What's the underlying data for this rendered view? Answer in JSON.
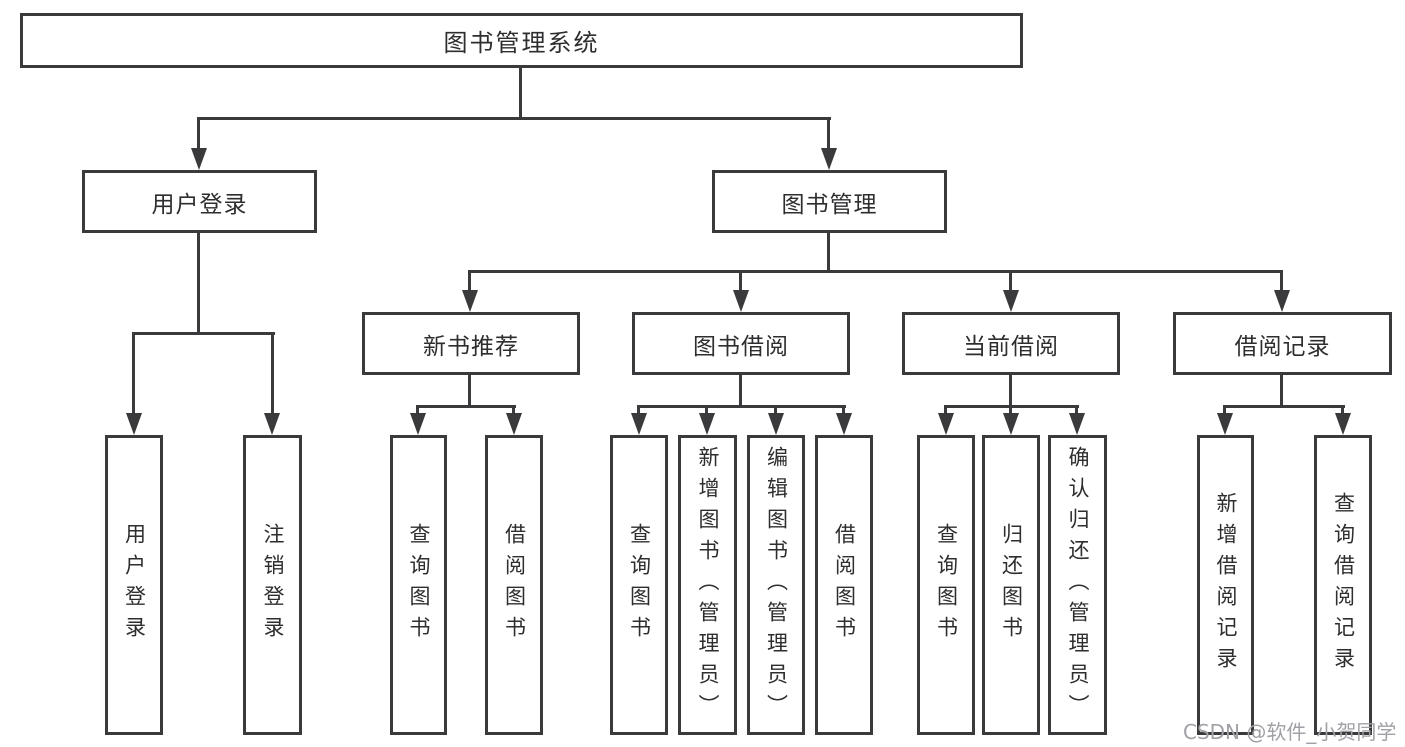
{
  "diagram": {
    "root": {
      "label": "图书管理系统"
    },
    "level2": [
      {
        "label": "用户登录"
      },
      {
        "label": "图书管理"
      }
    ],
    "level3": [
      {
        "label": "新书推荐"
      },
      {
        "label": "图书借阅"
      },
      {
        "label": "当前借阅"
      },
      {
        "label": "借阅记录"
      }
    ],
    "leaves": [
      {
        "label": "用户登录"
      },
      {
        "label": "注销登录"
      },
      {
        "label": "查询图书"
      },
      {
        "label": "借阅图书"
      },
      {
        "label": "查询图书"
      },
      {
        "label": "新增图书（管理员）"
      },
      {
        "label": "编辑图书（管理员）"
      },
      {
        "label": "借阅图书"
      },
      {
        "label": "查询图书"
      },
      {
        "label": "归还图书"
      },
      {
        "label": "确认归还（管理员）"
      },
      {
        "label": "新增借阅记录"
      },
      {
        "label": "查询借阅记录"
      }
    ]
  },
  "watermark": {
    "text": "CSDN @软件_小贺同学"
  },
  "colors": {
    "line": "#3a3a3c",
    "text": "#2e2e30",
    "watermark": "#9fa1a6",
    "background": "#ffffff"
  }
}
